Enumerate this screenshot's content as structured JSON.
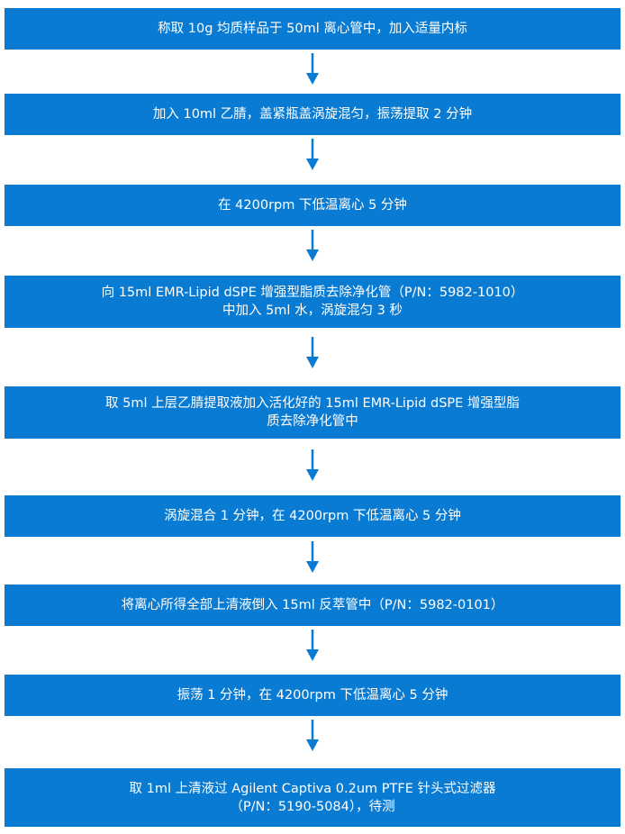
{
  "colors": {
    "box": "#0a7bd2",
    "arrow": "#0a7bd2",
    "text": "#ffffff"
  },
  "steps": [
    {
      "lines": [
        "称取 10g 均质样品于 50ml 离心管中，加入适量内标"
      ]
    },
    {
      "lines": [
        "加入 10ml 乙腈，盖紧瓶盖涡旋混匀，振荡提取 2 分钟"
      ]
    },
    {
      "lines": [
        "在 4200rpm 下低温离心 5 分钟"
      ]
    },
    {
      "lines": [
        "向 15ml EMR-Lipid dSPE 增强型脂质去除净化管（P/N：5982-1010）",
        "中加入 5ml 水，涡旋混匀 3 秒"
      ]
    },
    {
      "lines": [
        "取 5ml 上层乙腈提取液加入活化好的 15ml EMR-Lipid dSPE 增强型脂",
        "质去除净化管中"
      ]
    },
    {
      "lines": [
        "涡旋混合 1 分钟，在 4200rpm 下低温离心 5 分钟"
      ]
    },
    {
      "lines": [
        "将离心所得全部上清液倒入 15ml 反萃管中（P/N：5982-0101）"
      ]
    },
    {
      "lines": [
        "振荡 1 分钟，在 4200rpm 下低温离心 5 分钟"
      ]
    },
    {
      "lines": [
        "取 1ml 上清液过 Agilent Captiva 0.2um PTFE 针头式过滤器",
        "（P/N：5190-5084），待测"
      ]
    }
  ]
}
